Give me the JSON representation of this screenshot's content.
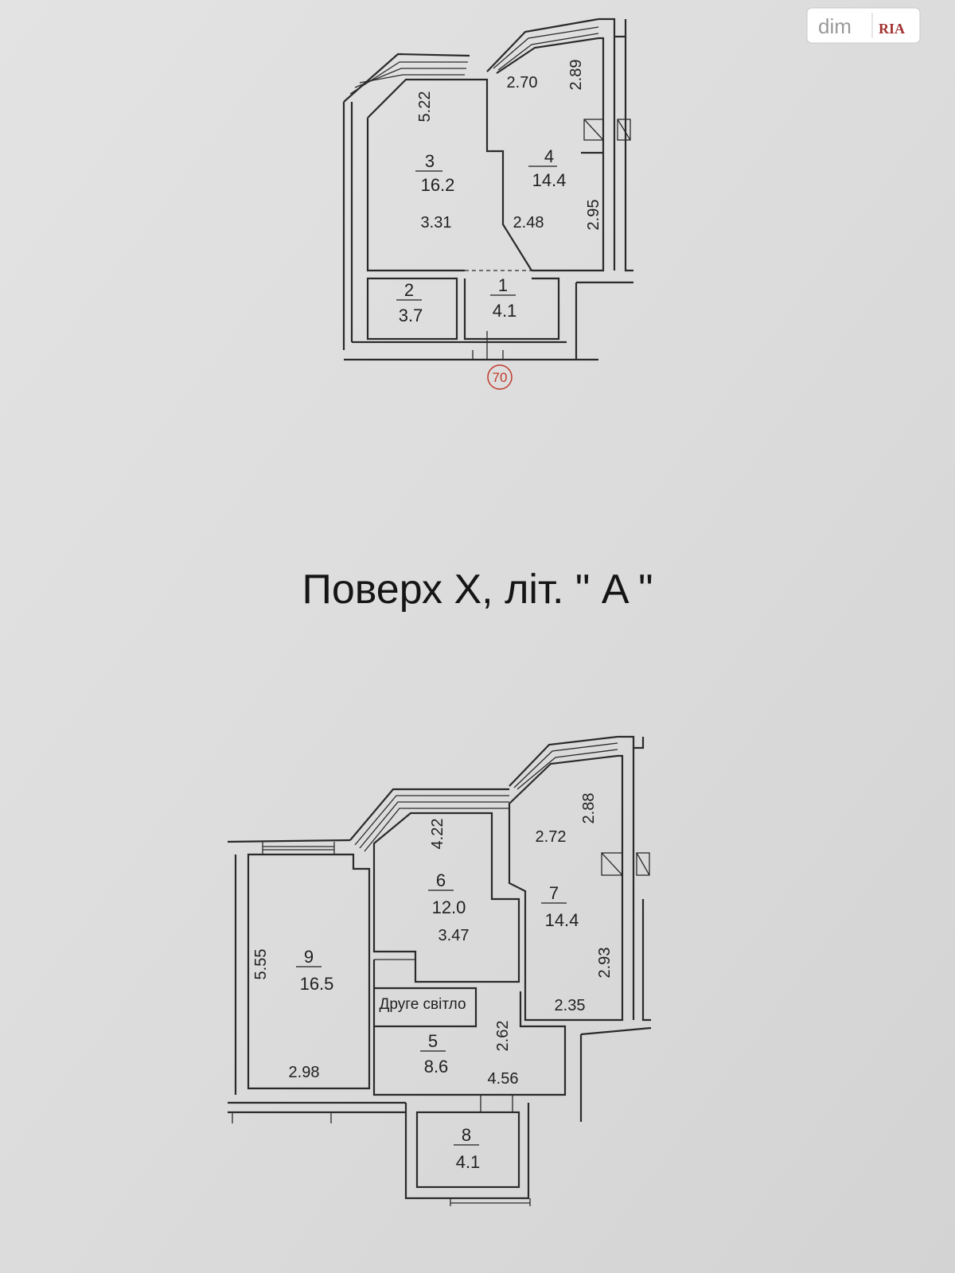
{
  "floor_title": "Поверх X, літ. \" A \"",
  "watermark": {
    "brand": "dim",
    "logo": "RIA"
  },
  "top_plan": {
    "marker": "70",
    "rooms": [
      {
        "number": "3",
        "area": "16.2"
      },
      {
        "number": "4",
        "area": "14.4"
      },
      {
        "number": "2",
        "area": "3.7"
      },
      {
        "number": "1",
        "area": "4.1"
      }
    ],
    "dimensions": [
      "5.22",
      "3.31",
      "2.70",
      "2.89",
      "2.48",
      "2.95"
    ]
  },
  "bottom_plan": {
    "note": "Друге світло",
    "rooms": [
      {
        "number": "9",
        "area": "16.5"
      },
      {
        "number": "6",
        "area": "12.0"
      },
      {
        "number": "7",
        "area": "14.4"
      },
      {
        "number": "5",
        "area": "8.6"
      },
      {
        "number": "8",
        "area": "4.1"
      }
    ],
    "dimensions": [
      "5.55",
      "2.98",
      "4.22",
      "3.47",
      "2.72",
      "2.88",
      "2.93",
      "2.35",
      "2.62",
      "4.56"
    ]
  },
  "colors": {
    "paper": "#dcdcdc",
    "ink": "#1f1f1f",
    "marker": "#c0392b"
  }
}
